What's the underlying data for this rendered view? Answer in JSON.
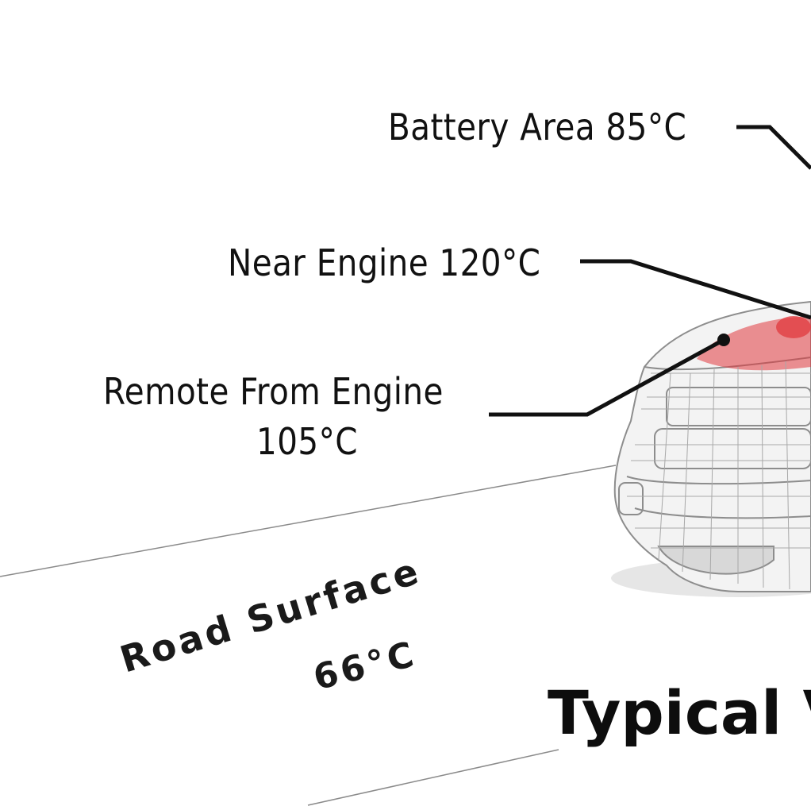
{
  "callouts": {
    "battery": "Battery Area 85°C",
    "near_engine": "Near Engine 120°C",
    "remote_line1": "Remote From Engine",
    "remote_line2": "105°C",
    "road_line1": "Road Surface",
    "road_line2": "66°C"
  },
  "title": "Typical V",
  "colors": {
    "text": "#111111",
    "leader": "#111111",
    "hot_zone": "#e0393e",
    "car_body": "#f2f2f2",
    "wire": "#9a9a9a",
    "road_line": "#8a8a8a"
  }
}
